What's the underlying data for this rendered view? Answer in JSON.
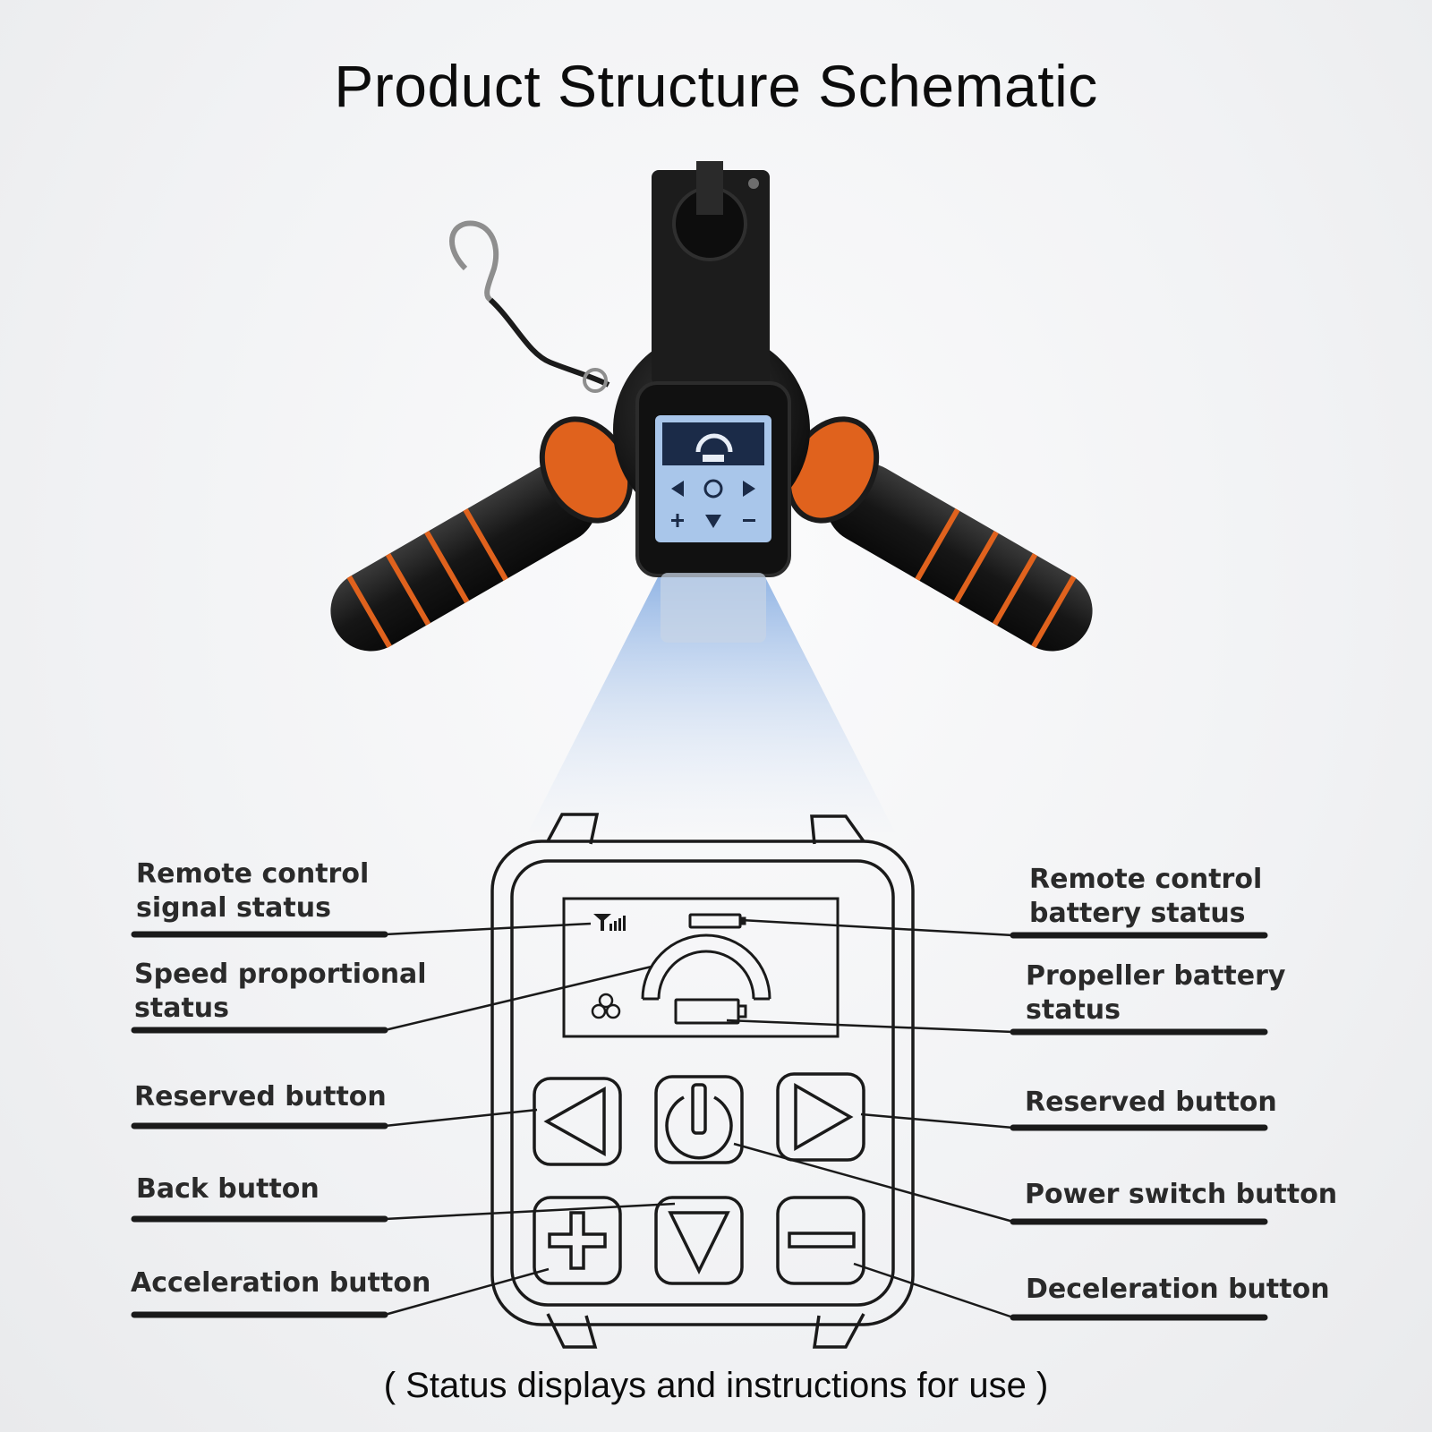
{
  "title": "Product Structure Schematic",
  "caption": "( Status displays and instructions for use )",
  "labels_left": [
    {
      "line1": "Remote control",
      "line2": "signal status"
    },
    {
      "line1": "Speed proportional",
      "line2": "status"
    },
    {
      "line1": "Reserved button",
      "line2": ""
    },
    {
      "line1": "Back button",
      "line2": ""
    },
    {
      "line1": "Acceleration button",
      "line2": ""
    }
  ],
  "labels_right": [
    {
      "line1": "Remote control",
      "line2": "battery status"
    },
    {
      "line1": "Propeller battery",
      "line2": "status"
    },
    {
      "line1": "Reserved button",
      "line2": ""
    },
    {
      "line1": "Power switch button",
      "line2": ""
    },
    {
      "line1": "Deceleration button",
      "line2": ""
    }
  ],
  "colors": {
    "accent_orange": "#e0621d",
    "grip_black": "#1b1b1b",
    "screen_blue": "#a9c6ea",
    "line": "#1a1a1a"
  },
  "icons": {
    "signal": "signal-icon",
    "battery": "battery-icon",
    "propeller": "propeller-icon",
    "left": "left-arrow-icon",
    "power": "power-icon",
    "right": "right-arrow-icon",
    "plus": "plus-icon",
    "down": "down-arrow-icon",
    "minus": "minus-icon"
  }
}
